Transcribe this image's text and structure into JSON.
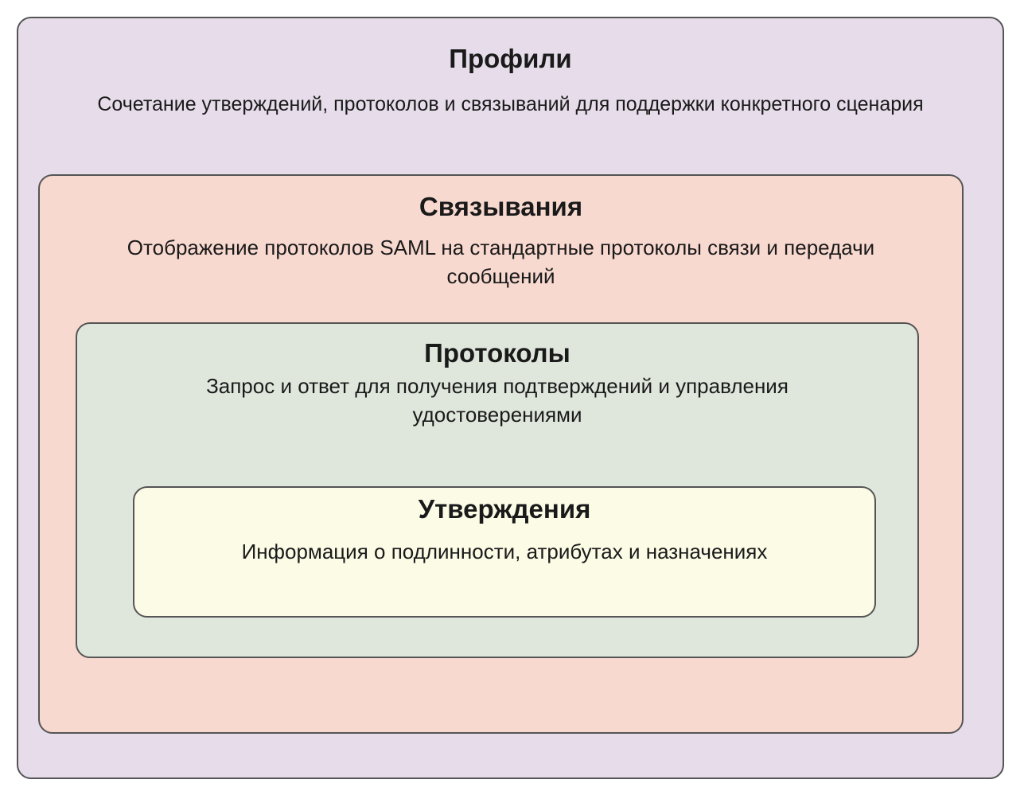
{
  "colors": {
    "profiles": "#e6dcea",
    "bindings": "#f8d9d0",
    "protocols": "#dfe7dc",
    "assertions": "#fcfbe6",
    "border": "#555555"
  },
  "profiles": {
    "title": "Профили",
    "description": "Сочетание утверждений, протоколов и связываний для поддержки конкретного сценария"
  },
  "bindings": {
    "title": "Связывания",
    "description": "Отображение протоколов SAML на стандартные протоколы связи и передачи сообщений"
  },
  "protocols": {
    "title": "Протоколы",
    "description": "Запрос и ответ для получения подтверждений и управления удостоверениями"
  },
  "assertions": {
    "title": "Утверждения",
    "description": "Информация о подлинности, атрибутах и назначениях"
  }
}
